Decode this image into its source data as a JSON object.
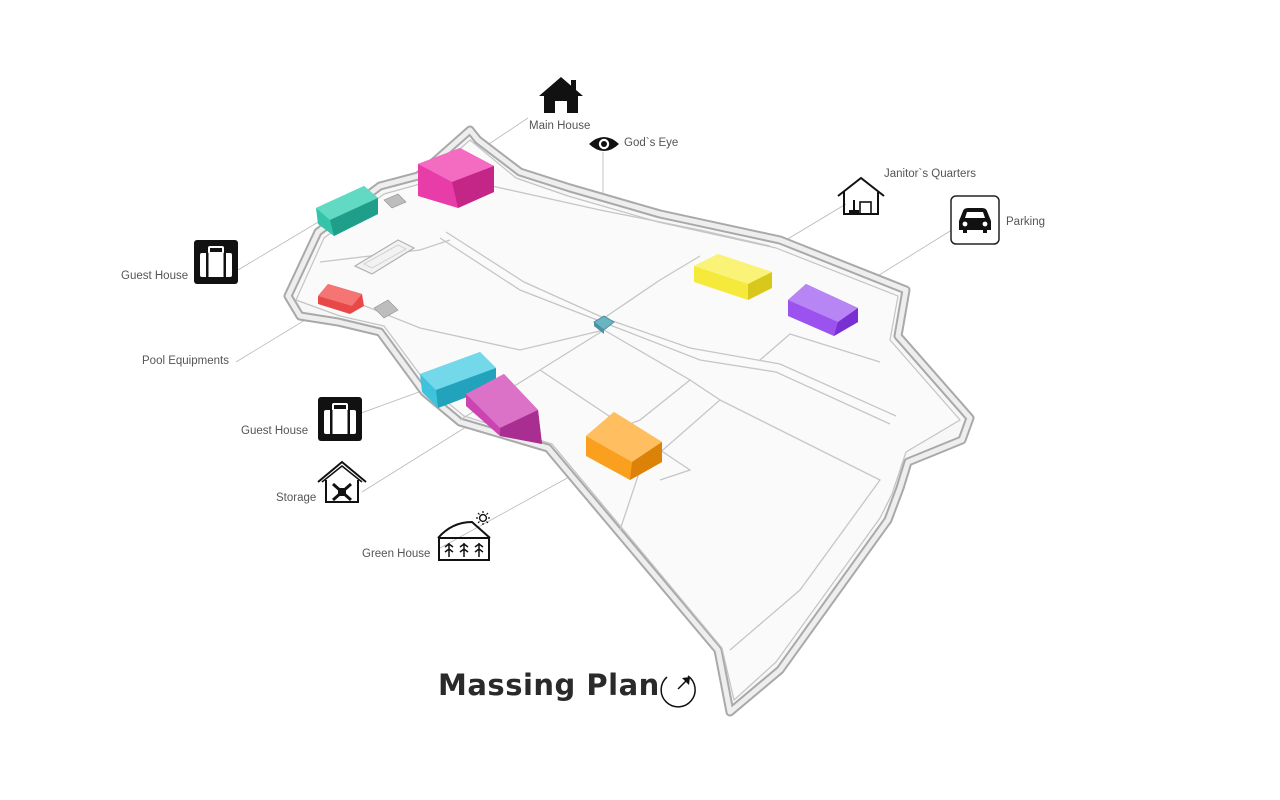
{
  "title": "Massing Plan",
  "labels": {
    "main_house": "Main House",
    "gods_eye": "God`s Eye",
    "janitors_quarters": "Janitor`s Quarters",
    "parking": "Parking",
    "guest_house_1": "Guest House",
    "pool_equipments": "Pool Equipments",
    "guest_house_2": "Guest House",
    "storage": "Storage",
    "green_house": "Green House"
  },
  "icons": {
    "main_house": "house-icon",
    "gods_eye": "eye-icon",
    "janitors_quarters": "janitor-house-icon",
    "parking": "car-icon",
    "guest_house_1": "suitcase-icon",
    "guest_house_2": "suitcase-icon",
    "storage": "storage-house-icon",
    "green_house": "greenhouse-icon",
    "compass": "compass-icon"
  },
  "colors": {
    "main_house": "#e83ca8",
    "guest_house_1": "#33c4aa",
    "pool_equipments": "#e84848",
    "guest_house_2": "#3ec3dc",
    "storage": "#cc44b4",
    "green_house": "#fba01e",
    "janitors_quarters": "#f5ea3c",
    "parking": "#9b52ee",
    "gods_eye": "#5aa8b8"
  }
}
